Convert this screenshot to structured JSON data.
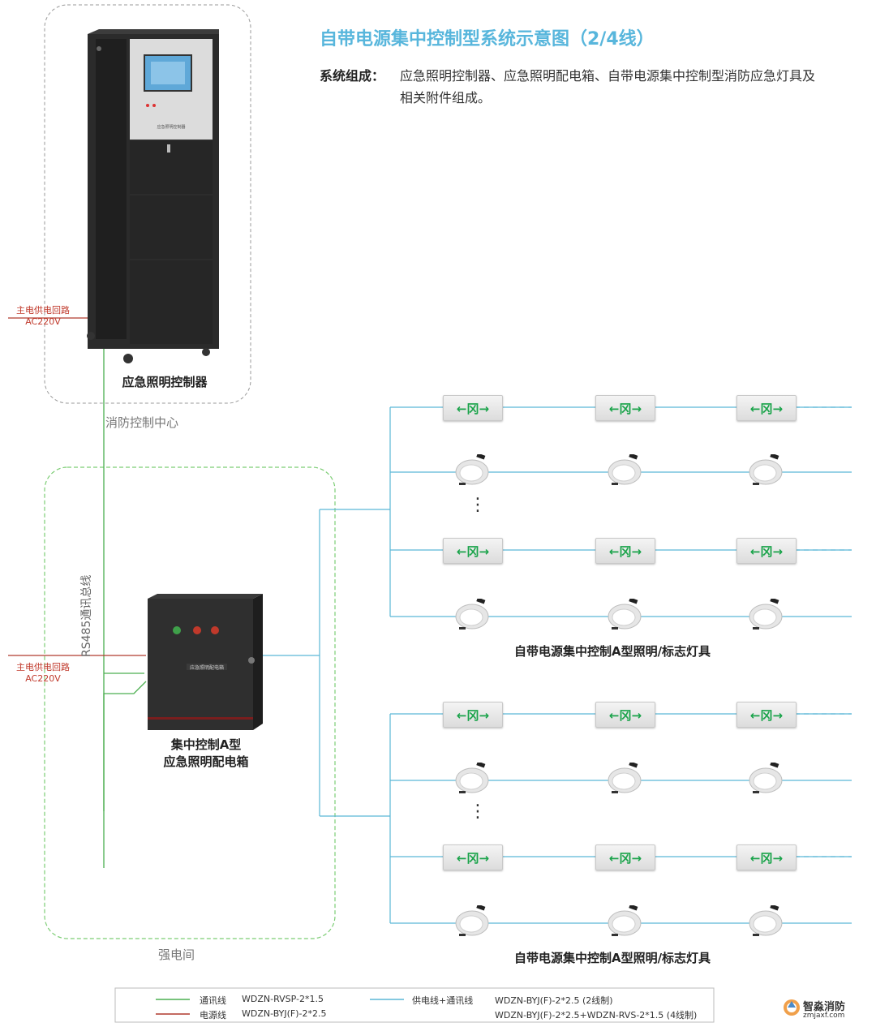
{
  "title": "自带电源集中控制型系统示意图（2/4线）",
  "composition": {
    "label": "系统组成：",
    "text": "应急照明控制器、应急照明配电箱、自带电源集中控制型消防应急灯具及相关附件组成。"
  },
  "controller": {
    "label": "应急照明控制器",
    "panel_text": "应急照明控制器"
  },
  "fire_control_center": "消防控制中心",
  "main_power_top": {
    "line1": "主电供电回路",
    "line2": "AC220V"
  },
  "main_power_bottom": {
    "line1": "主电供电回路",
    "line2": "AC220V"
  },
  "bus_label": "RS485通讯总线",
  "distribution_box": {
    "label_line1": "集中控制A型",
    "label_line2": "应急照明配电箱",
    "panel_text": "应急照明配电箱"
  },
  "strong_room": "强电间",
  "fixture_group_label_1": "自带电源集中控制A型照明/标志灯具",
  "fixture_group_label_2": "自带电源集中控制A型照明/标志灯具",
  "exit_sign_glyph": "←冈→",
  "ellipsis": "⋮",
  "legend": {
    "comm_name": "通讯线",
    "comm_spec": "WDZN-RVSP-2*1.5",
    "power_name": "电源线",
    "power_spec": "WDZN-BYJ(F)-2*2.5",
    "supply_name": "供电线+通讯线",
    "supply_spec_1": "WDZN-BYJ(F)-2*2.5 (2线制)",
    "supply_spec_2": "WDZN-BYJ(F)-2*2.5+WDZN-RVS-2*1.5 (4线制)"
  },
  "logo": {
    "name": "智淼消防",
    "url": "zmjaxf.com"
  },
  "colors": {
    "title": "#58b6dc",
    "comm_line": "#4caf50",
    "power_line": "#b03a2e",
    "supply_line": "#5bb7d6",
    "exit_green": "#1aa34a"
  }
}
